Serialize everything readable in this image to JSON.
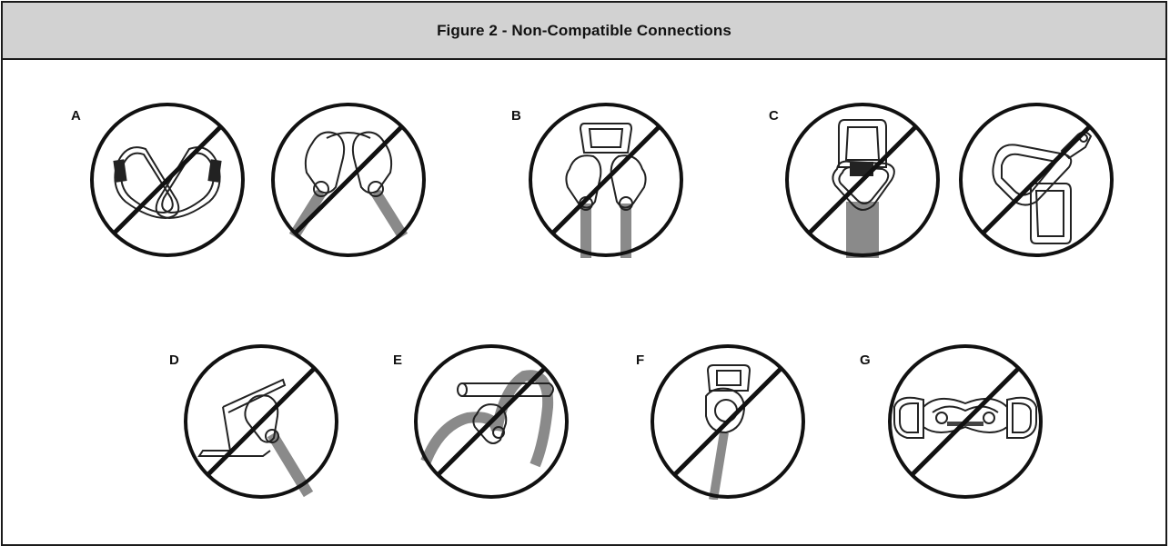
{
  "figure": {
    "title": "Figure 2 - Non-Compatible Connections"
  },
  "labels": {
    "A": "A",
    "B": "B",
    "C": "C",
    "D": "D",
    "E": "E",
    "F": "F",
    "G": "G"
  },
  "colors": {
    "header_bg": "#d2d2d2",
    "border": "#1a1a1a",
    "strap": "#8a8a8a"
  },
  "icons": [
    "prohibited-two-carabiners-icon",
    "prohibited-two-snaphooks-icon",
    "prohibited-two-snaphooks-on-dring-icon",
    "prohibited-carabiner-on-dring-icon",
    "prohibited-snaphook-on-dring-icon",
    "prohibited-snaphook-on-bracket-icon",
    "prohibited-lanyard-choke-icon",
    "prohibited-strap-on-dring-icon",
    "prohibited-snaphooks-to-each-other-icon"
  ]
}
